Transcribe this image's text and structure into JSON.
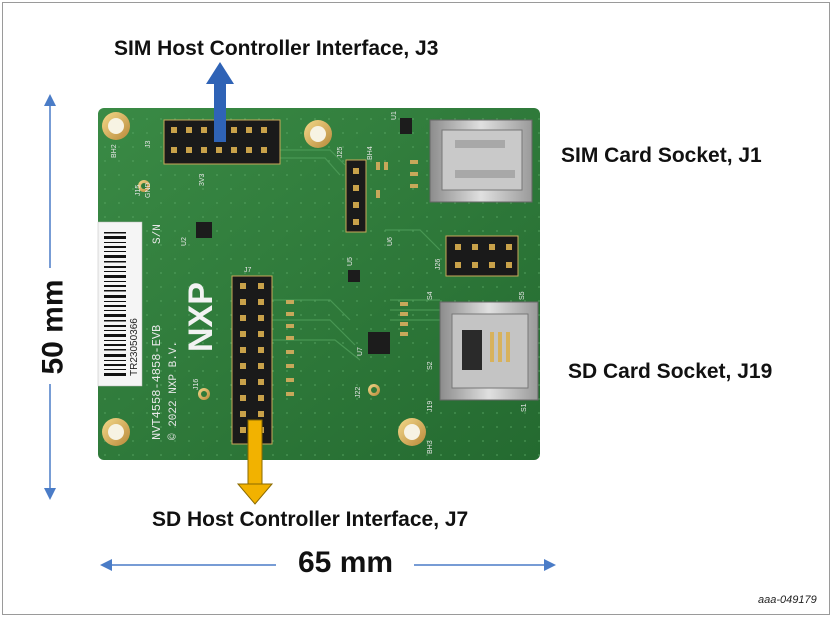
{
  "labels": {
    "sim_host": "SIM Host Controller Interface, J3",
    "sim_socket": "SIM Card Socket, J1",
    "sd_socket": "SD Card Socket, J19",
    "sd_host": "SD Host Controller Interface, J7",
    "height": "50 mm",
    "width": "65 mm",
    "figure_id": "aaa-049179"
  },
  "board": {
    "logo": "NXP",
    "part_text": "NVT4558-4858-EVB",
    "copyright": "© 2022 NXP B.V.",
    "sn": "S/N",
    "barcode_text": "TR23050366",
    "silkscreen": [
      "J3",
      "J7",
      "J15",
      "J16",
      "J19",
      "J22",
      "J25",
      "J26",
      "U1",
      "U2",
      "U5",
      "U6",
      "U7",
      "BH2",
      "BH3",
      "BH4",
      "GND",
      "3V3",
      "S1",
      "S2",
      "S4",
      "S5"
    ]
  },
  "colors": {
    "pcb": "#2f7a3a",
    "pcb_dark": "#22612c",
    "blue_arrow": "#2f63b6",
    "yellow_arrow": "#f2b200",
    "dim_line": "#4a7cc7"
  }
}
